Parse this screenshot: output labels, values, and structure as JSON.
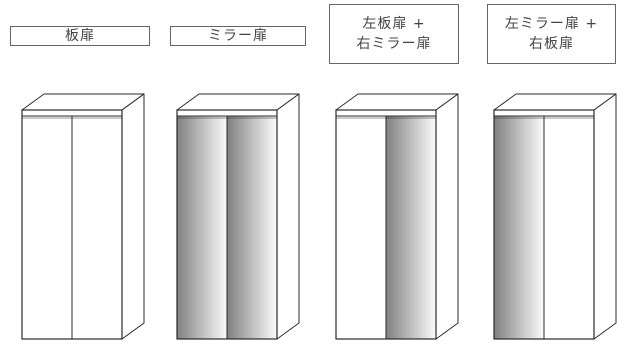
{
  "labels": [
    {
      "lines": [
        "板扉"
      ]
    },
    {
      "lines": [
        "ミラー扉"
      ]
    },
    {
      "lines": [
        "左板扉 +",
        "右ミラー扉"
      ]
    },
    {
      "lines": [
        "左ミラー扉 +",
        "右板扉"
      ]
    }
  ],
  "cabinets": [
    {
      "left_door": "plain",
      "right_door": "plain"
    },
    {
      "left_door": "mirror",
      "right_door": "mirror"
    },
    {
      "left_door": "plain",
      "right_door": "mirror"
    },
    {
      "left_door": "mirror",
      "right_door": "plain"
    }
  ],
  "colors": {
    "outline": "#2a2a2a",
    "plain_door": "#ffffff",
    "mirror_dark": "#808080",
    "mirror_mid": "#b8b8b8",
    "mirror_light": "#fbfbfb",
    "box_border": "#666666"
  }
}
